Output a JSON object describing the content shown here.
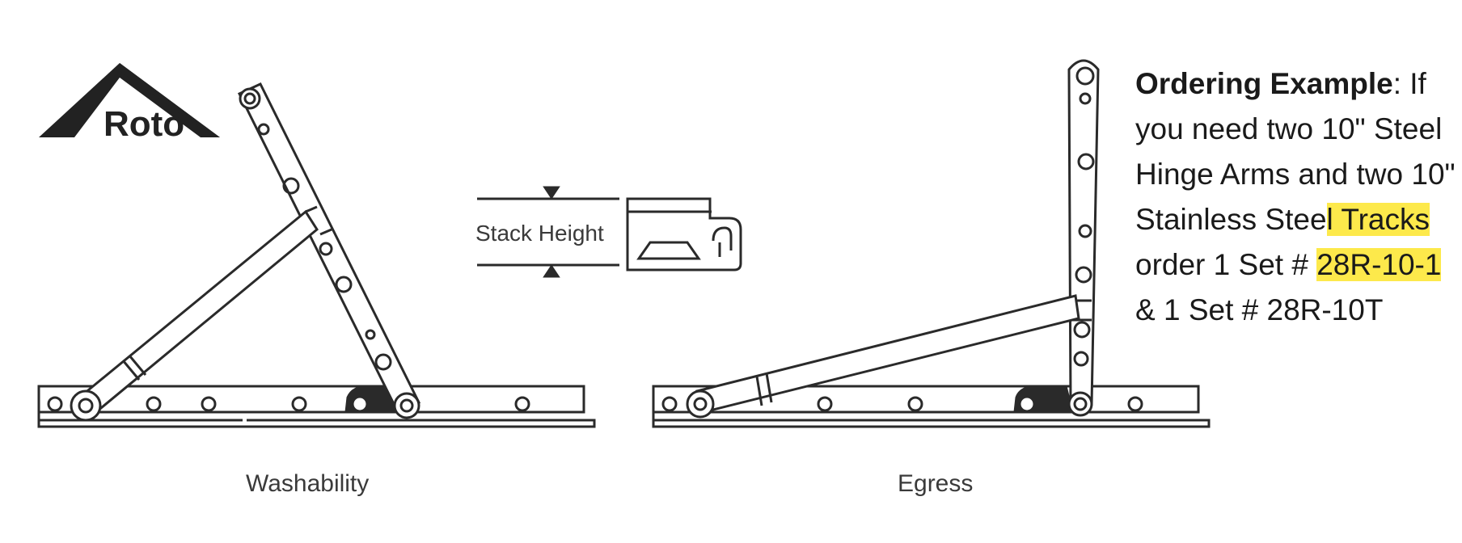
{
  "logo": {
    "text": "Roto"
  },
  "labels": {
    "stack_height": "Stack Height",
    "left_caption": "Washability",
    "right_caption": "Egress"
  },
  "ordering": {
    "lead": "Ordering Example",
    "lines": [
      {
        "pre": ": If",
        "hl": "",
        "post": ""
      },
      {
        "pre": "you need two 10\" Steel",
        "hl": "",
        "post": ""
      },
      {
        "pre": "Hinge Arms and two 10\"",
        "hl": "",
        "post": ""
      },
      {
        "pre": "Stainless Stee",
        "hl": "l Tracks",
        "post": ""
      },
      {
        "pre": "order 1 Set # ",
        "hl": "28R-10-1",
        "post": ""
      },
      {
        "pre": "& 1 Set # 28R-10T",
        "hl": "",
        "post": ""
      }
    ]
  },
  "colors": {
    "highlight": "#fde94b",
    "line": "#2a2a2a",
    "logo": "#222222"
  }
}
